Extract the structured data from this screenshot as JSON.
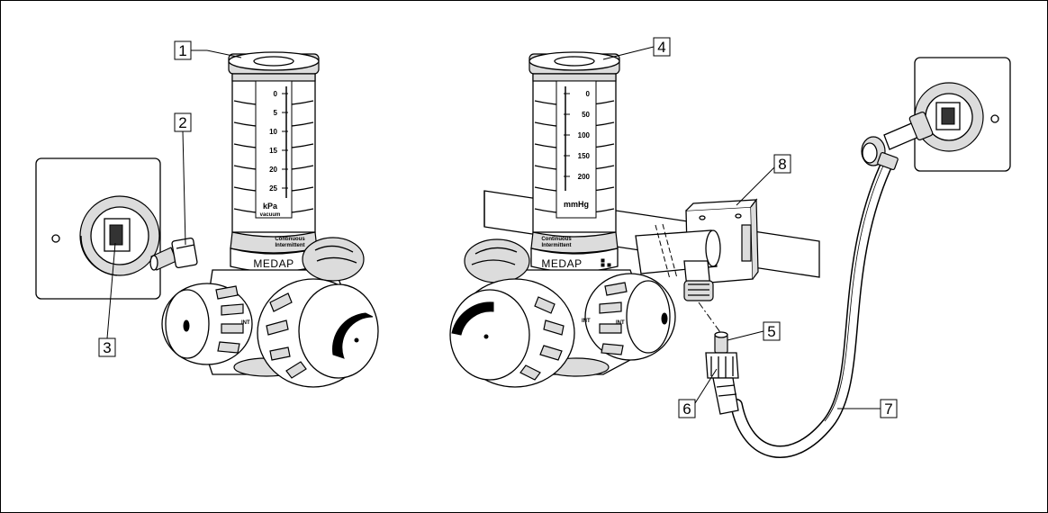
{
  "callouts": [
    "1",
    "2",
    "3",
    "4",
    "5",
    "6",
    "7",
    "8"
  ],
  "left_regulator": {
    "scale": [
      "0",
      "5",
      "10",
      "15",
      "20",
      "25"
    ],
    "unit": "kPa",
    "unit_sub": "vacuum",
    "mode_1": "Continuous",
    "mode_2": "Intermittent",
    "brand": "MEDAP",
    "knob_label": "INT"
  },
  "right_regulator": {
    "scale": [
      "0",
      "50",
      "100",
      "150",
      "200"
    ],
    "unit": "mmHg",
    "mode_1": "Continuous",
    "mode_2": "Intermittent",
    "brand": "MEDAP",
    "knob_label": "INT"
  }
}
